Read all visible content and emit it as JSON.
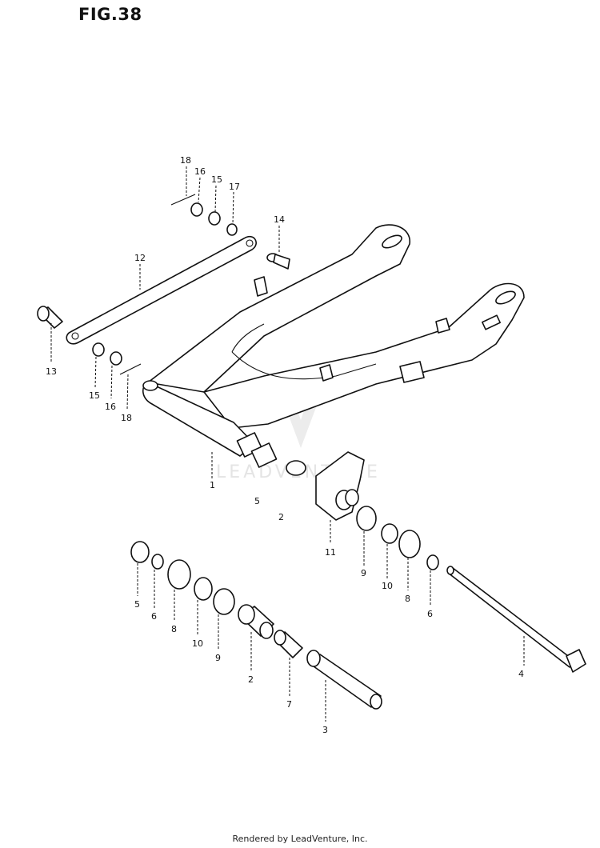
{
  "figure": {
    "title": "FIG.38"
  },
  "watermark": {
    "text": "LEADVENTURE"
  },
  "footer": {
    "text": "Rendered by LeadVenture, Inc."
  },
  "callouts": {
    "c18_top": "18",
    "c16_top": "16",
    "c15_top": "15",
    "c17": "17",
    "c14": "14",
    "c12": "12",
    "c13": "13",
    "c15_mid": "15",
    "c16_mid": "16",
    "c18_mid": "18",
    "c1": "1",
    "c5_mid": "5",
    "c2_mid": "2",
    "c11": "11",
    "c9_right": "9",
    "c10_right": "10",
    "c8_right": "8",
    "c6_right": "6",
    "c5_left": "5",
    "c6_left": "6",
    "c8_left": "8",
    "c10_left": "10",
    "c9_left": "9",
    "c2_low": "2",
    "c7": "7",
    "c3": "3",
    "c4": "4"
  }
}
